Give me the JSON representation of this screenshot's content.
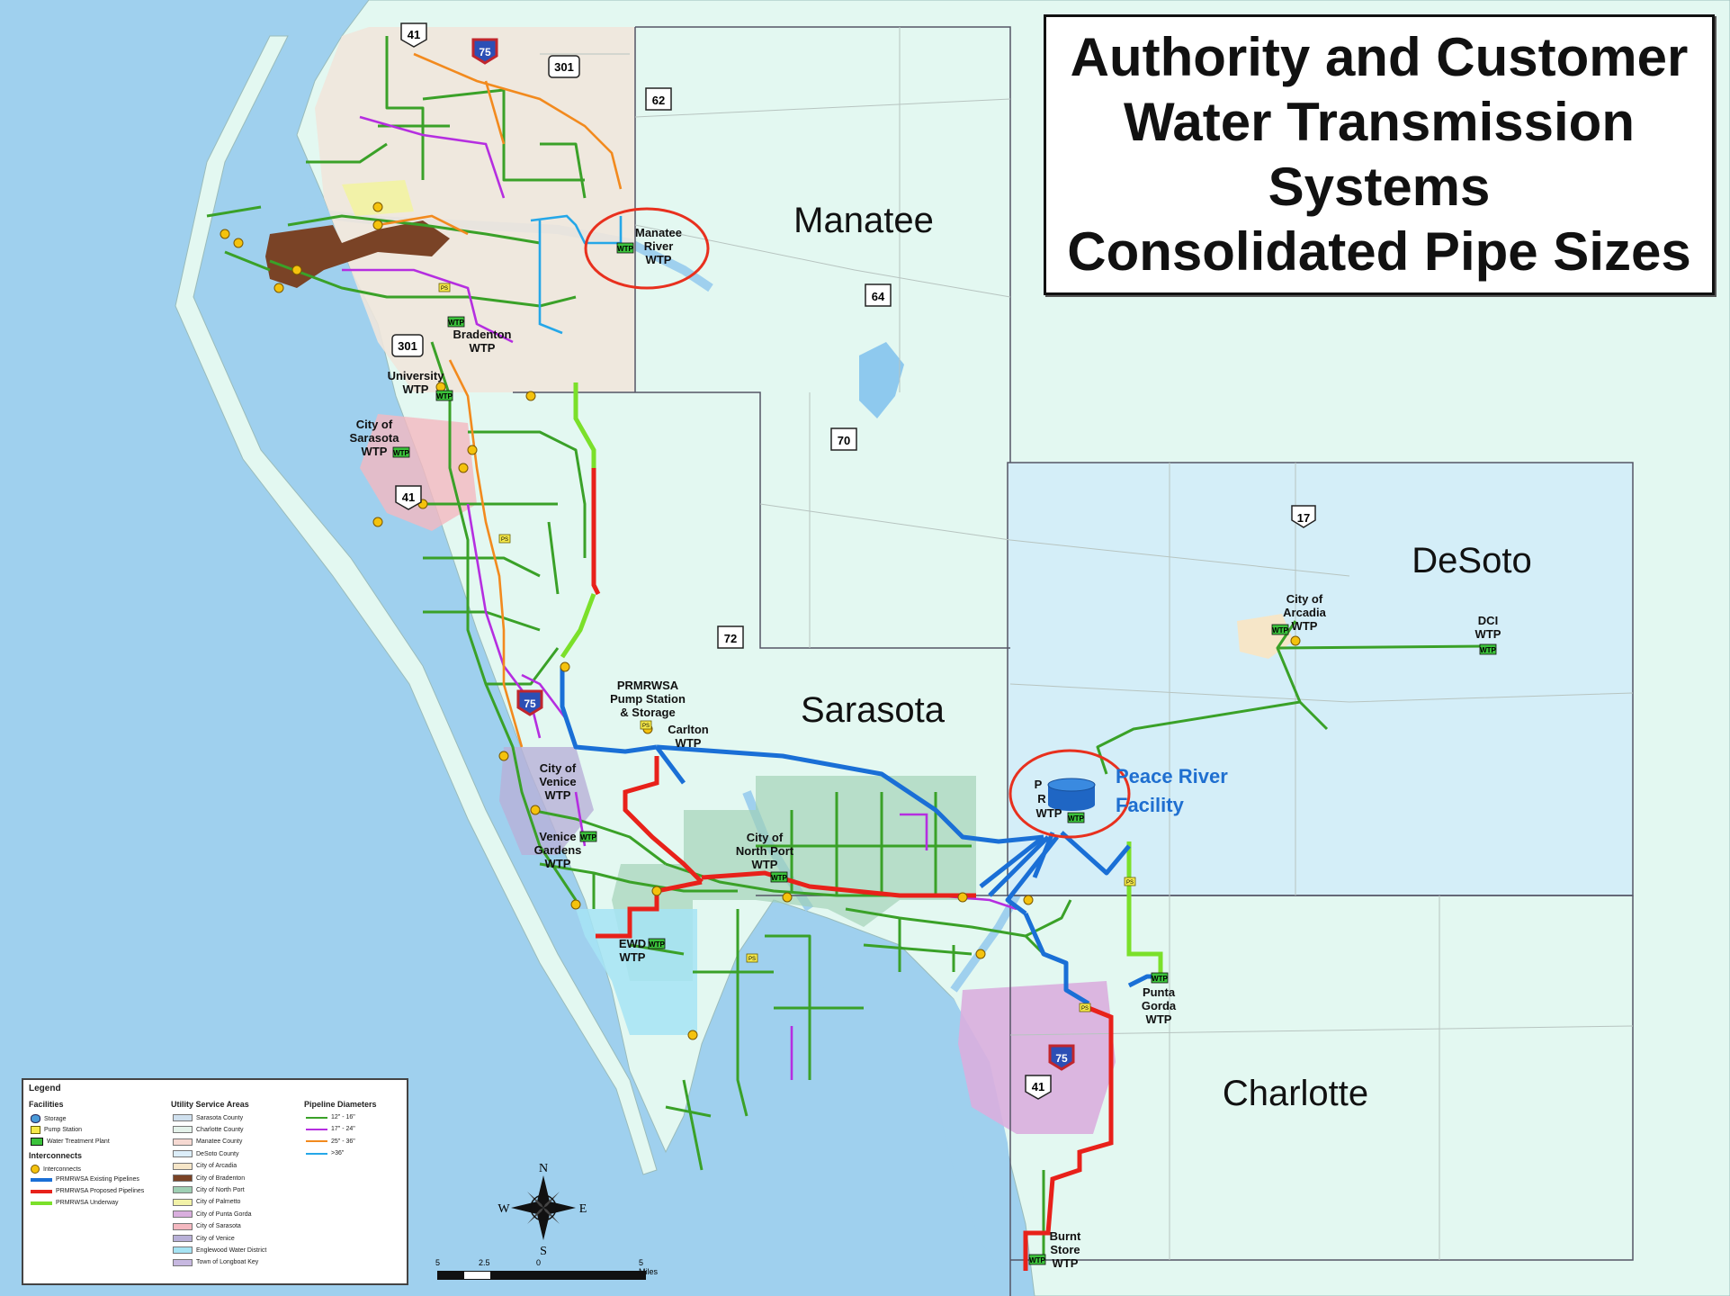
{
  "title_lines": [
    "Authority and Customer",
    "Water Transmission",
    "Systems",
    "Consolidated Pipe Sizes"
  ],
  "counties": {
    "manatee": "Manatee",
    "sarasota": "Sarasota",
    "desoto": "DeSoto",
    "charlotte": "Charlotte"
  },
  "facilities": {
    "manatee_river": [
      "Manatee",
      "River",
      "WTP"
    ],
    "bradenton": [
      "Bradenton",
      "WTP"
    ],
    "university": [
      "University",
      "WTP"
    ],
    "city_sarasota": [
      "City of",
      "Sarasota",
      "WTP"
    ],
    "prmrwsa_ps": [
      "PRMRWSA",
      "Pump Station",
      "& Storage"
    ],
    "carlton": [
      "Carlton",
      "WTP"
    ],
    "city_venice": [
      "City of",
      "Venice",
      "WTP"
    ],
    "venice_gardens": [
      "Venice",
      "Gardens",
      "WTP"
    ],
    "north_port": [
      "City of",
      "North Port",
      "WTP"
    ],
    "ewd": [
      "EWD",
      "WTP"
    ],
    "arcadia": [
      "City of",
      "Arcadia",
      "WTP"
    ],
    "dci": [
      "DCI",
      "WTP"
    ],
    "punta_gorda": [
      "Punta",
      "Gorda",
      "WTP"
    ],
    "burnt_store": [
      "Burnt",
      "Store",
      "WTP"
    ],
    "peace_river_partial": [
      "P",
      "R",
      "WTP"
    ]
  },
  "peace_river_label": [
    "Peace River",
    "Facility"
  ],
  "wtp_badge": "WTP",
  "ps_badge": "PS",
  "highways": {
    "us41_a": "41",
    "i75_a": "75",
    "us301_a": "301",
    "sr62": "62",
    "sr64": "64",
    "us301_b": "301",
    "sr70": "70",
    "us41_b": "41",
    "sr17": "17",
    "sr72": "72",
    "i75_b": "75",
    "i75_c": "75",
    "us41_c": "41"
  },
  "compass": {
    "n": "N",
    "s": "S",
    "e": "E",
    "w": "W"
  },
  "scale": {
    "labels": [
      "5",
      "2.5",
      "0",
      "5 Miles"
    ]
  },
  "legend": {
    "title": "Legend",
    "facilities_heading": "Facilities",
    "facilities": [
      "Storage",
      "Pump Station",
      "Water Treatment Plant"
    ],
    "interconnects_heading": "Interconnects",
    "interconnect_item": "Interconnects",
    "pipelines": [
      {
        "label": "PRMRWSA Existing Pipelines",
        "color": "#1a6fd6"
      },
      {
        "label": "PRMRWSA Proposed Pipelines",
        "color": "#e8211a"
      },
      {
        "label": "PRMRWSA Underway",
        "color": "#7be02a"
      }
    ],
    "service_heading": "Utility Service Areas",
    "service_areas": [
      {
        "label": "Sarasota County",
        "color": "#cfe0ee"
      },
      {
        "label": "Charlotte County",
        "color": "#e4f2ea"
      },
      {
        "label": "Manatee County",
        "color": "#f6d9d2"
      },
      {
        "label": "DeSoto County",
        "color": "#dceefa"
      },
      {
        "label": "City of Arcadia",
        "color": "#f6e6c8"
      },
      {
        "label": "City of Bradenton",
        "color": "#7a4326"
      },
      {
        "label": "City of North Port",
        "color": "#9fd0b4"
      },
      {
        "label": "City of Palmetto",
        "color": "#f2f2a8"
      },
      {
        "label": "City of Punta Gorda",
        "color": "#d9aede"
      },
      {
        "label": "City of Sarasota",
        "color": "#f4b8c0"
      },
      {
        "label": "City of Venice",
        "color": "#b8b0d8"
      },
      {
        "label": "Englewood Water District",
        "color": "#a6e4f4"
      },
      {
        "label": "Town of Longboat Key",
        "color": "#c7b8e0"
      }
    ],
    "diam_heading": "Pipeline Diameters",
    "diameters": [
      {
        "label": "12\" - 16\"",
        "color": "#3aa128"
      },
      {
        "label": "17\" - 24\"",
        "color": "#b52ee0"
      },
      {
        "label": "25\" - 36\"",
        "color": "#f28a1e"
      },
      {
        "label": ">36\"",
        "color": "#25a7e8"
      }
    ]
  },
  "colors": {
    "water": "#9fd0ee",
    "land": "#e3f8f1",
    "desoto": "#d4eef8",
    "manatee_tan": "#efe6db",
    "existing": "#1a6fd6",
    "proposed": "#e8211a",
    "underway": "#7be02a",
    "green_pipe": "#3aa128",
    "purple_pipe": "#b52ee0",
    "orange_pipe": "#f28a1e",
    "cyan_pipe": "#25a7e8",
    "circle": "#e8301e"
  }
}
